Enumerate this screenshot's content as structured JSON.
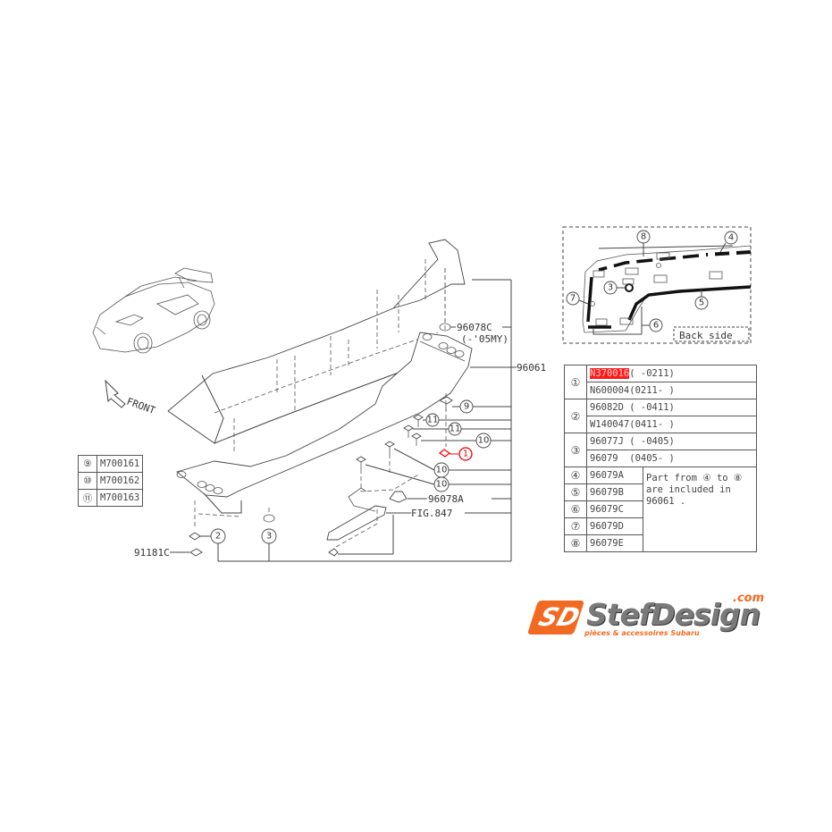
{
  "diagram": {
    "title_labels": {
      "cap_part": "96078C",
      "cap_note": "(-'05MY)",
      "spoiler_part": "96061",
      "grommet_part": "96078A",
      "fig_ref": "FIG.847",
      "clip_part": "91181C",
      "front_label": "FRONT",
      "back_side_label": "Back side"
    },
    "callouts": {
      "c1": "1",
      "c2": "2",
      "c3": "3",
      "c4": "4",
      "c5": "5",
      "c6": "6",
      "c7": "7",
      "c8": "8",
      "c9": "9",
      "c10": "10",
      "c11": "11"
    },
    "highlight_color": "#ff1a1a"
  },
  "parts_table": {
    "rows": [
      {
        "ref": "①",
        "part": "N370016",
        "range": "( -0211)",
        "highlighted": true
      },
      {
        "ref": "",
        "part": "N600004",
        "range": "(0211- )"
      },
      {
        "ref": "②",
        "part": "96082D",
        "range": "( -0411)"
      },
      {
        "ref": "",
        "part": "W140047",
        "range": "(0411- )"
      },
      {
        "ref": "③",
        "part": "96077J",
        "range": "( -0405)"
      },
      {
        "ref": "",
        "part": "96079",
        "range": "(0405- )"
      }
    ],
    "sub_rows": [
      {
        "ref": "④",
        "part": "96079A"
      },
      {
        "ref": "⑤",
        "part": "96079B"
      },
      {
        "ref": "⑥",
        "part": "96079C"
      },
      {
        "ref": "⑦",
        "part": "96079D"
      },
      {
        "ref": "⑧",
        "part": "96079E"
      }
    ],
    "note": "Part from ④ to ⑧ are included in 96061 ."
  },
  "screw_table": {
    "rows": [
      {
        "ref": "⑨",
        "part": "M700161"
      },
      {
        "ref": "⑩",
        "part": "M700162"
      },
      {
        "ref": "⑪",
        "part": "M700163"
      }
    ]
  },
  "logo": {
    "mark": "SD",
    "name": "StefDesign",
    "domain": ".com",
    "tagline": "pièces & accessoires Subaru",
    "brand_color": "#f26a22"
  }
}
